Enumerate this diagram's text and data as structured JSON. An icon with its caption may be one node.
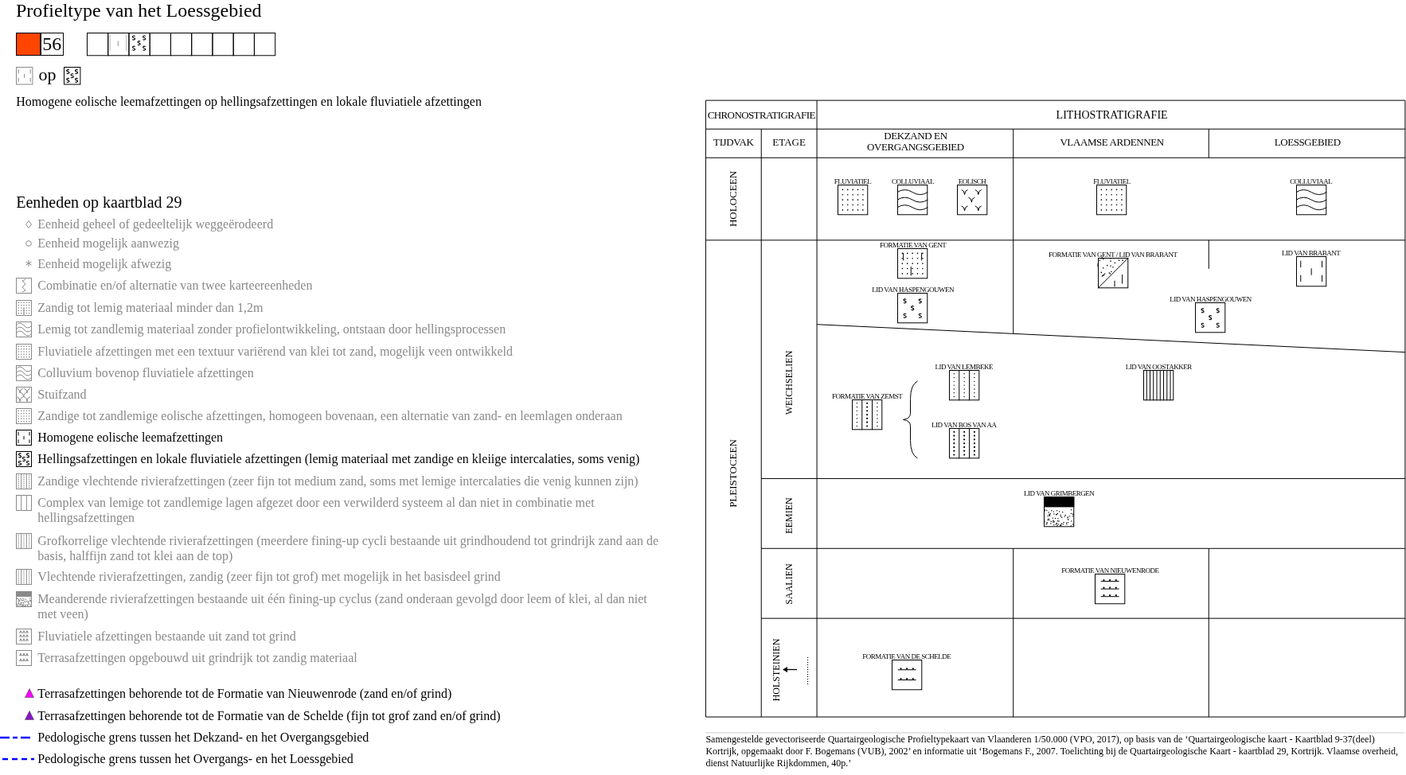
{
  "diagram": {
    "title": "Profieltype van het Loessgebied",
    "caption": "Samengestelde gevectoriseerde Quartairgeologische Profieltypekaart van Vlaanderen 1/50.000 (VPO, 2017), op basis van de ‘Quartairgeologische kaart - Kaartblad 9-37(deel) Kortrijk, opgemaakt door F. Bogemans (VUB), 2002’ en informatie uit ‘Bogemans F., 2007. Toelichting bij de Quartairgeologische Kaart - kaartblad 29, Kortrijk. Vlaamse overheid, dienst Natuurlijke Rijkdommen, 40p.’",
    "labels": [
      "op",
      "Homogene eolische leemafzettingen op hellingsafzettingen en lokale fluviatiele afzettingen",
      "Eenheden op kaartblad 29",
      "CHRONOSTRATIGRAFIE",
      "LITHOSTRATIGRAFIE",
      "TIJDVAK",
      "ETAGE",
      "DEKZAND EN OVERGANGSGEBIED",
      "VLAAMSE ARDENNEN",
      "LOESSGEBIED",
      "HOLOCEEN",
      "FLUVIATIEL",
      "COLLUVIAAL",
      "EOLISCH",
      "FLUVIATIEL",
      "COLLUVIAAL",
      "PLEISTOCEEN",
      "WEICHSELIEN",
      "FORMATIE VAN GENT",
      "LID VAN HASPENGOUWEN",
      "FORMATIE VAN GENT / LID VAN BRABANT",
      "LID VAN BRABANT",
      "LID VAN HASPENGOUWEN",
      "FORMATIE VAN ZEMST",
      "LID VAN LEMBEKE",
      "LID VAN BOS VAN AA",
      "LID VAN OOSTAKKER",
      "EEMIEN",
      "LID VAN GRIMBERGEN",
      "SAALIEN",
      "FORMATIE VAN NIEUWENRODE",
      "HOLSTEINIEN",
      "FORMATIE VAN DE SCHELDE"
    ],
    "legend": [
      {
        "text": "56",
        "color": "#ff4500"
      },
      {
        "text": "Eenheid geheel of gedeeltelijk weggeërodeerd"
      },
      {
        "text": "Eenheid mogelijk aanwezig"
      },
      {
        "text": "Eenheid mogelijk afwezig"
      },
      {
        "text": "Combinatie en/of alternatie van twee karteereenheden"
      },
      {
        "text": "Zandig tot lemig materiaal minder dan 1,2m"
      },
      {
        "text": "Lemig tot zandlemig materiaal zonder profielontwikkeling, ontstaan door hellingsprocessen"
      },
      {
        "text": "Fluviatiele afzettingen met een textuur variërend van klei tot zand, mogelijk veen ontwikkeld"
      },
      {
        "text": "Colluvium bovenop fluviatiele afzettingen"
      },
      {
        "text": "Stuifzand"
      },
      {
        "text": "Zandige tot zandlemige eolische afzettingen, homogeen bovenaan, een alternatie van zand- en leemlagen onderaan"
      },
      {
        "text": "Homogene eolische leemafzettingen"
      },
      {
        "text": "Hellingsafzettingen en lokale fluviatiele afzettingen (lemig materiaal met zandige en kleiige intercalaties, soms venig)"
      },
      {
        "text": "Zandige vlechtende rivierafzettingen (zeer fijn tot medium zand, soms met lemige intercalaties die venig kunnen zijn)"
      },
      {
        "text": "Complex van lemige tot zandlemige lagen afgezet door een verwilderd systeem al dan niet in combinatie met hellingsafzettingen"
      },
      {
        "text": "Grofkorrelige vlechtende rivierafzettingen (meerdere fining-up cycli bestaande uit grindhoudend tot grindrijk zand aan de basis, halffijn zand tot klei aan de top)"
      },
      {
        "text": "Vlechtende rivierafzettingen, zandig (zeer fijn tot grof) met mogelijk in het basisdeel grind"
      },
      {
        "text": "Meanderende rivierafzettingen bestaande uit één fining-up cyclus (zand onderaan gevolgd door leem of klei, al dan niet met veen)"
      },
      {
        "text": "Fluviatiele afzettingen bestaande uit zand tot grind"
      },
      {
        "text": "Terrasafzettingen opgebouwd uit grindrijk tot zandig materiaal"
      },
      {
        "text": "Terrasafzettingen behorende tot de Formatie van Nieuwenrode (zand en/of grind)"
      },
      {
        "text": "Terrasafzettingen behorende tot de Formatie van de Schelde (fijn tot grof zand en/of grind)"
      },
      {
        "text": "Pedologische grens tussen het Dekzand- en het Overgangsgebied"
      },
      {
        "text": "Pedologische grens tussen het Overgangs- en het Loessgebied"
      }
    ]
  }
}
